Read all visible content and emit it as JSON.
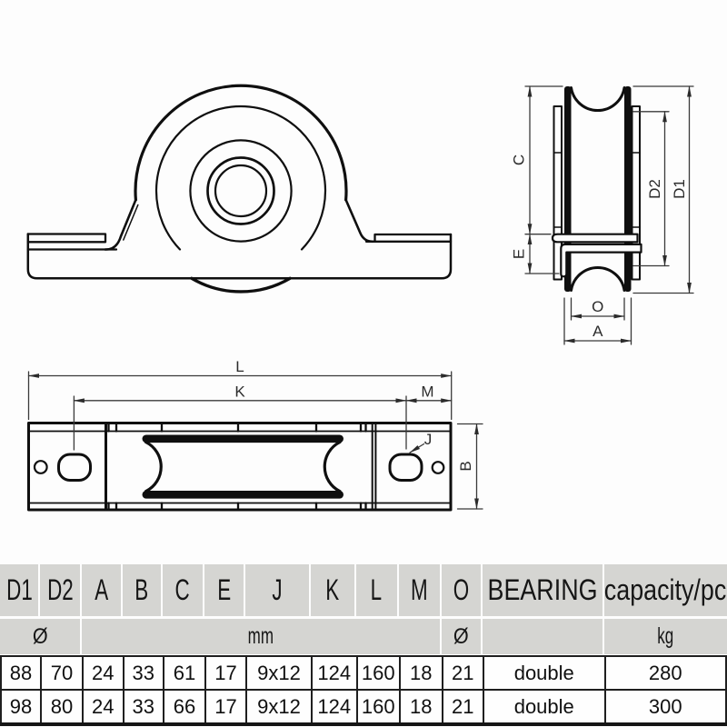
{
  "drawing": {
    "description": "Technical drawing of a sliding gate pulley wheel with double bearing in a welded bracket, shown in front view, side section view and plan view with dimension annotations",
    "dimension_labels": {
      "L": "L",
      "K": "K",
      "M": "M",
      "J": "J",
      "B": "B",
      "C": "C",
      "E": "E",
      "D2": "D2",
      "D1": "D1",
      "O": "O",
      "A": "A"
    }
  },
  "colors": {
    "line": "#0f0f0f",
    "dimension_line": "#3a3a3a",
    "table_header_bg": "#d5d5d2",
    "background": "#fdfdfd"
  },
  "table": {
    "headers": [
      "D1",
      "D2",
      "A",
      "B",
      "C",
      "E",
      "J",
      "K",
      "L",
      "M",
      "O",
      "BEARING",
      "capacity/pc"
    ],
    "units": {
      "diameter_d": "Ø",
      "mm": "mm",
      "diameter_o": "Ø",
      "bearing_blank": "",
      "kg": "kg"
    },
    "rows": [
      [
        "88",
        "70",
        "24",
        "33",
        "61",
        "17",
        "9x12",
        "124",
        "160",
        "18",
        "21",
        "double",
        "280"
      ],
      [
        "98",
        "80",
        "24",
        "33",
        "66",
        "17",
        "9x12",
        "124",
        "160",
        "18",
        "21",
        "double",
        "300"
      ]
    ]
  }
}
